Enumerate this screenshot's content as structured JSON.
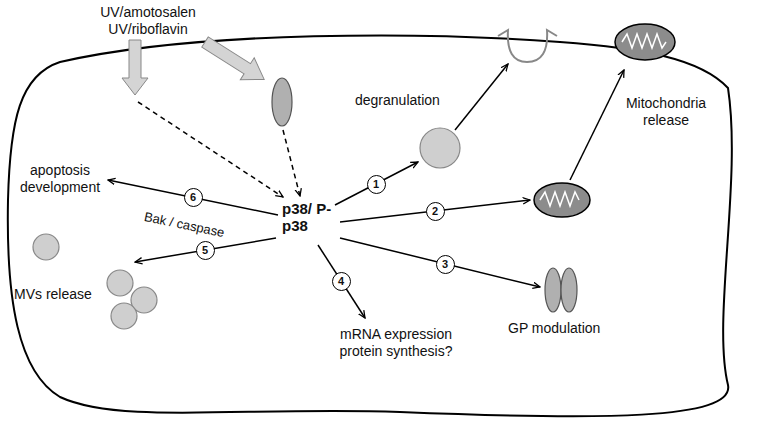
{
  "diagram": {
    "nodes": [
      {
        "text": [
          "1"
        ]
      },
      {
        "text": [
          "2"
        ]
      },
      {
        "text": [
          "3"
        ]
      },
      {
        "text": [
          "4"
        ]
      },
      {
        "text": [
          "5"
        ]
      },
      {
        "text": [
          "6"
        ]
      }
    ],
    "labels": [
      "UV/amotosalen UV/riboflavin",
      "degranulation",
      "Mitochondria release",
      "apoptosis development",
      "Bak / caspase",
      "p38/ P-p38",
      "MVs release",
      "mRNA expression protein synthesis?",
      "GP modulation"
    ]
  }
}
